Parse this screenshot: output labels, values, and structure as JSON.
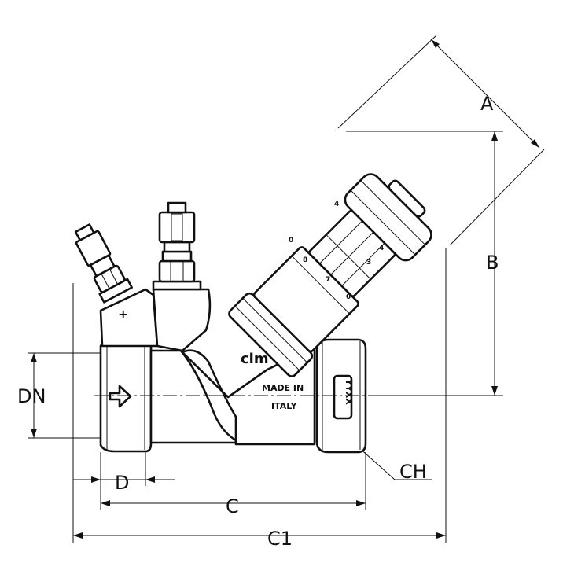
{
  "dimensions": {
    "a": "A",
    "b": "B",
    "c": "C",
    "c1": "C1",
    "d": "D",
    "dn": "DN",
    "ch": "CH"
  },
  "body_marking": {
    "line1": "MADE IN",
    "line2": "ITALY",
    "brand": "cim",
    "size_code": "YYXX"
  },
  "test_points": {
    "plus": "+"
  },
  "scale_marks": {
    "n8": "8",
    "n7": "7",
    "n0a": "0",
    "n0b": "0",
    "n4a": "4",
    "n4b": "4",
    "n3": "3"
  },
  "colors": {
    "line": "#111111",
    "background": "#ffffff"
  }
}
